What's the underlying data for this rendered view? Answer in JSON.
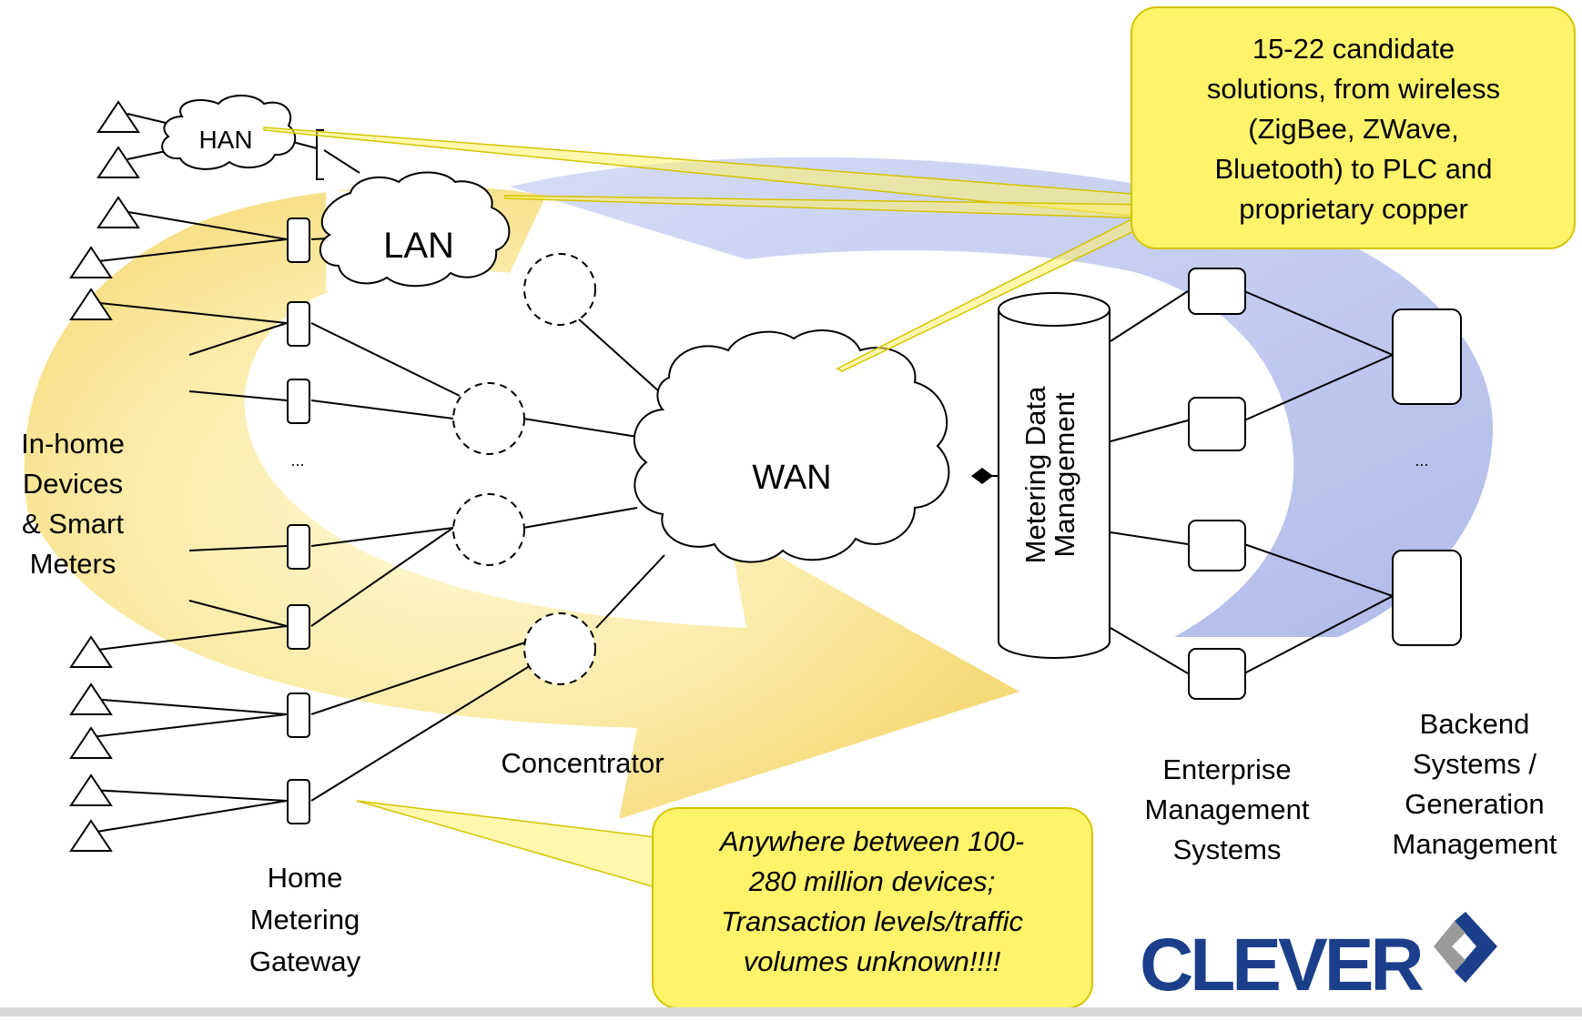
{
  "callouts": {
    "top": [
      "15-22 candidate",
      "solutions, from wireless",
      "(ZigBee, ZWave,",
      "Bluetooth) to PLC and",
      "proprietary copper"
    ],
    "bottom": [
      "Anywhere between 100-",
      "280 million devices;",
      "Transaction levels/traffic",
      "volumes unknown!!!!"
    ]
  },
  "networks": {
    "han": "HAN",
    "lan": "LAN",
    "wan": "WAN"
  },
  "labels": {
    "in_home": [
      "In-home",
      "Devices",
      "& Smart",
      "Meters"
    ],
    "gateway": [
      "Home",
      "Metering",
      "Gateway"
    ],
    "concentrator": "Concentrator",
    "mdm": [
      "Metering Data",
      "Management"
    ],
    "enterprise": [
      "Enterprise",
      "Management",
      "Systems"
    ],
    "backend": [
      "Backend",
      "Systems /",
      "Generation",
      "Management"
    ],
    "ellipsis_left": "...",
    "ellipsis_right": "..."
  },
  "logo": {
    "text": "CLEVER",
    "text_color": "#1b3f8b",
    "mark_blue": "#1b3f8b",
    "mark_gray": "#9a9a9a"
  },
  "colors": {
    "callout_fill": "#fff36a",
    "callout_stroke": "#d4c400",
    "arrow_yellow": "#f6d85a",
    "arrow_blue": "#9aa8e2"
  }
}
